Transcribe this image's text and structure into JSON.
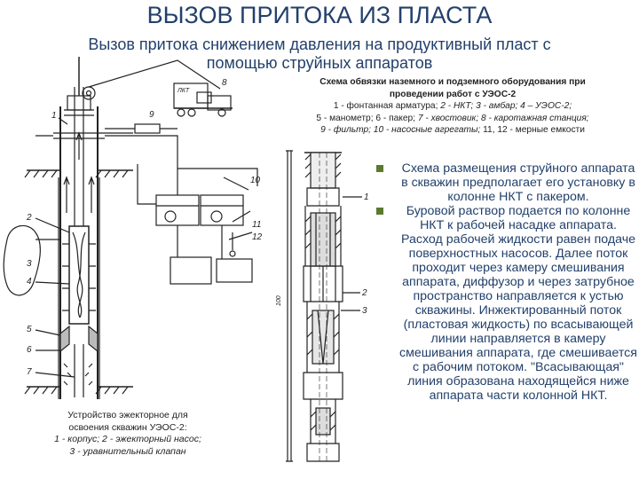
{
  "slide": {
    "title": "ВЫЗОВ ПРИТОКА ИЗ ПЛАСТА",
    "subtitle_line1": "Вызов притока снижением давления на продуктивный пласт с",
    "subtitle_line2": "помощью струйных аппаратов"
  },
  "scheme_caption": {
    "heading_line1": "Схема обвязки наземного и подземного оборудования при",
    "heading_line2": "проведении работ с УЭОС-2",
    "l1_a": "1 - фонтанная арматура; ",
    "l1_b": "2 - НКТ; 3 - амбар; 4 – УЭОС-2;",
    "l2_a": "5 - манометр; 6 - пакер; ",
    "l2_b": "7 - хвостовик; 8 - каротажная станция;",
    "l3_a": "9 - фильтр; 10 - насосные агрегаты;",
    "l3_b": " 11, 12 - мерные емкости"
  },
  "device_caption": {
    "line1": "Устройство эжекторное для",
    "line2": "освоения скважин УЭОС-2:",
    "line3": "1 - корпус; 2 - эжекторный насос;",
    "line4": "3 - уравнительный клапан"
  },
  "bullets": [
    "Схема размещения струйного аппарата в скважин предполагает его установку в колонне НКТ с пакером.",
    "Буровой раствор подается по колонне НКТ к рабочей насадке аппарата. Расход рабочей жидкости равен подаче поверхностных насосов. Далее поток проходит через камеру смешивания аппарата, диффузор и через затрубное пространство направляется к устью скважины. Инжектированный поток (пластовая жидкость) по всасывающей линии направляется в камеру смешивания аппарата, где смешивается с рабочим потоком. \"Всасывающая\" линия образована находящейся ниже аппарата части колонной НКТ."
  ],
  "figure_labels": {
    "n1": "1",
    "n2": "2",
    "n3": "3",
    "n4": "4",
    "n5": "5",
    "n6": "6",
    "n7": "7",
    "n8": "8",
    "n9": "9",
    "n10": "10",
    "n11": "11",
    "n12": "12",
    "d1": "1",
    "d2": "2",
    "d3": "3",
    "dim": "100",
    "truck_sign": "ЛКТ"
  },
  "colors": {
    "title": "#23406b",
    "bullet": "#5b7a2f",
    "drawing": "#222222"
  }
}
